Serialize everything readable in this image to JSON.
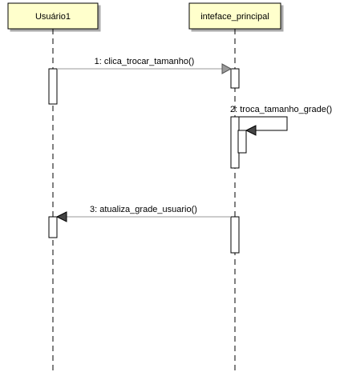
{
  "diagram": {
    "lifelines": [
      {
        "id": "usuario1",
        "name": "Usuário1"
      },
      {
        "id": "interface",
        "name": "inteface_principal"
      }
    ],
    "messages": [
      {
        "id": "m1",
        "label": "1: clica_trocar_tamanho()",
        "from": "usuario1",
        "to": "interface"
      },
      {
        "id": "m2",
        "label": "2: troca_tamanho_grade()",
        "from": "interface",
        "to": "interface"
      },
      {
        "id": "m3",
        "label": "3: atualiza_grade_usuario()",
        "from": "interface",
        "to": "usuario1"
      }
    ],
    "colors": {
      "header_fill": "#ffffcc",
      "header_stroke": "#000000",
      "lifeline": "#000000",
      "message_line": "#9a9a9a",
      "activation_fill": "#ffffff"
    }
  }
}
